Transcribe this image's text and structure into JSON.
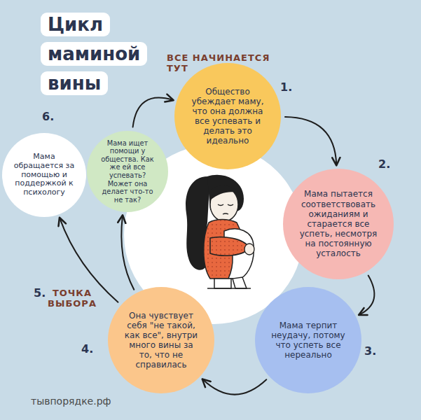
{
  "diagram": {
    "title": "Цикл маминой вины",
    "nodes": [
      {
        "text": [
          "Общество убеждает маму, что она должна все успевать и делать это идеально"
        ]
      },
      {
        "text": [
          "Мама пытается соответствовать ожиданиям и старается все успеть, несмотря на постоянную усталость"
        ]
      },
      {
        "text": [
          "Мама терпит неудачу, потому что успеть все нереально"
        ]
      },
      {
        "text": [
          "Она чувствует себя \"не такой, как все\", внутри много вины за то, что не справилась"
        ]
      },
      {
        "text": [
          "Мама ищет помощи у общества. Как же ей все успевать? Может она делает что-то не так?"
        ]
      },
      {
        "text": [
          "Мама обращается за помощью и поддержкой к психологу"
        ]
      }
    ],
    "edges": [
      {
        "from": 0,
        "to": 1,
        "arrow": "to"
      },
      {
        "from": 1,
        "to": 2,
        "arrow": "to"
      },
      {
        "from": 2,
        "to": 3,
        "arrow": "to"
      },
      {
        "from": 3,
        "to": 4,
        "arrow": "to"
      },
      {
        "from": 3,
        "to": 5,
        "arrow": "to"
      },
      {
        "from": 4,
        "to": 0,
        "arrow": "to"
      }
    ],
    "labels": [
      "ВСЕ НАЧИНАЕТСЯ ТУТ",
      "1.",
      "2.",
      "3.",
      "4.",
      "5.",
      "6.",
      "ТОЧКА ВЫБОРА",
      "тывпорядке.рф"
    ]
  }
}
